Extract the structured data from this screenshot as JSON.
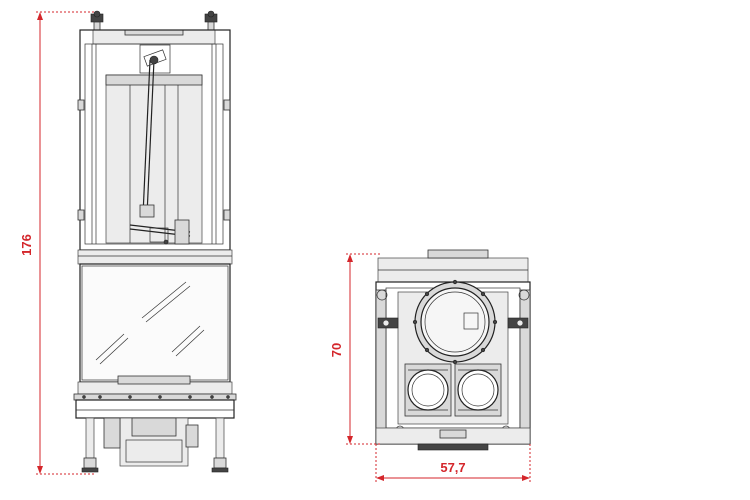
{
  "dimensions": {
    "height_label": "176",
    "depth_label": "70",
    "width_label": "57,7",
    "color": "#d4262b"
  },
  "colors": {
    "line": "#222222",
    "panel": "#d9d9d9",
    "background": "#ffffff"
  }
}
